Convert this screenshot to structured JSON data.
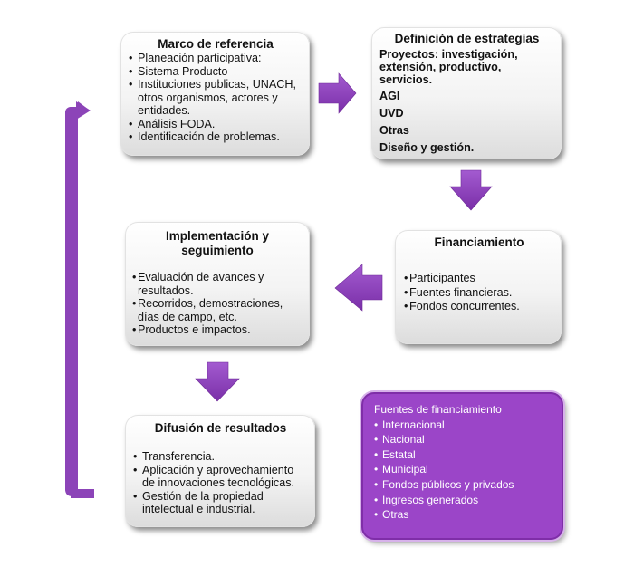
{
  "marco": {
    "title": "Marco de referencia",
    "items": [
      "Planeación participativa:",
      "Sistema Producto",
      "Instituciones publicas, UNACH, otros organismos, actores y entidades.",
      "Análisis FODA.",
      "Identificación de problemas."
    ]
  },
  "definicion": {
    "title": "Definición de estrategias",
    "items": [
      "Proyectos: investigación, extensión, productivo, servicios.",
      "AGI",
      "UVD",
      "Otras",
      "Diseño y gestión."
    ]
  },
  "financiamiento": {
    "title": "Financiamiento",
    "items": [
      "Participantes",
      "Fuentes financieras.",
      "Fondos concurrentes."
    ]
  },
  "implementacion": {
    "title": "Implementación y seguimiento",
    "items": [
      "Evaluación de avances y resultados.",
      "Recorridos, demostraciones, días de campo, etc.",
      "Productos  e  impactos."
    ]
  },
  "difusion": {
    "title": "Difusión de resultados",
    "items": [
      "Transferencia.",
      "Aplicación y aprovechamiento de innovaciones tecnológicas.",
      "Gestión de la propiedad intelectual e industrial."
    ]
  },
  "fuentes": {
    "title": "Fuentes de financiamiento",
    "items": [
      "Internacional",
      "Nacional",
      "Estatal",
      "Municipal",
      "Fondos públicos y privados",
      "Ingresos generados",
      "Otras"
    ]
  },
  "colors": {
    "arrow": "#8c44b8",
    "fuentes_bg": "#9b45c8"
  }
}
